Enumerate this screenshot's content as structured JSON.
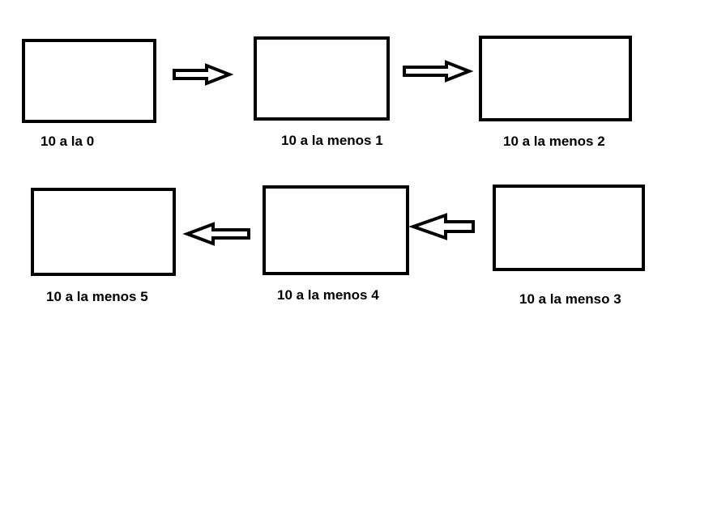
{
  "diagram": {
    "nodes": [
      {
        "id": "n0",
        "label": "10 a la 0"
      },
      {
        "id": "n1",
        "label": "10 a la menos 1"
      },
      {
        "id": "n2",
        "label": "10 a la menos 2"
      },
      {
        "id": "n3",
        "label": "10 a la menso 3"
      },
      {
        "id": "n4",
        "label": "10 a la menos 4"
      },
      {
        "id": "n5",
        "label": "10 a la menos 5"
      }
    ],
    "edges": [
      {
        "from": "n0",
        "to": "n1",
        "direction": "right"
      },
      {
        "from": "n1",
        "to": "n2",
        "direction": "right"
      },
      {
        "from": "n3",
        "to": "n4",
        "direction": "left"
      },
      {
        "from": "n4",
        "to": "n5",
        "direction": "left"
      }
    ],
    "colors": {
      "stroke": "#000000",
      "fill": "#ffffff",
      "background": "#ffffff"
    }
  }
}
